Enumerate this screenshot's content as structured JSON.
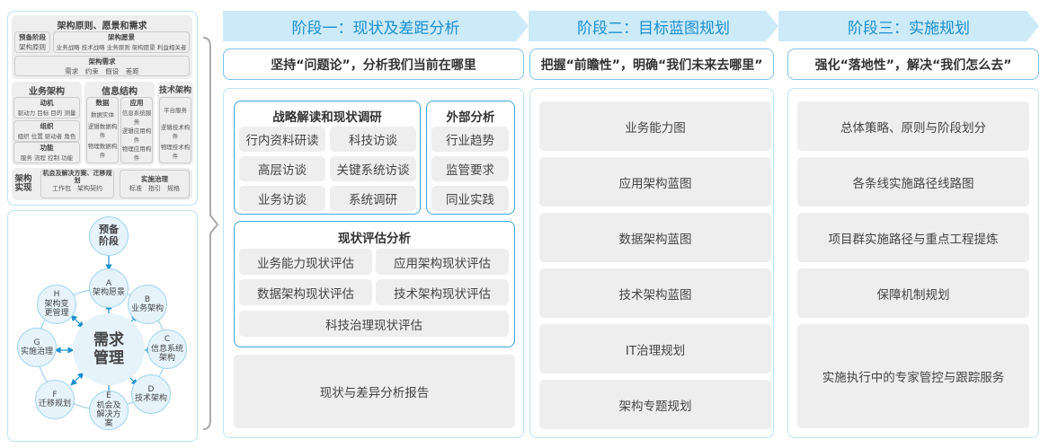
{
  "left_top": {
    "title": "架构原则、愿景和需求",
    "prep": {
      "title": "预备阶段",
      "text": "架构原则"
    },
    "vision": {
      "title": "架构愿景",
      "text": "业务战略 技术战略 业务原则 架构愿景 利益相关者"
    },
    "req": {
      "title": "架构需求",
      "text": "需求　约束　假设　差距"
    },
    "biz": {
      "title": "业务架构",
      "items": [
        {
          "title": "动机",
          "text": "驱动力 目标 目的 测量"
        },
        {
          "title": "组织",
          "text": "组织 位置 驱动者 角色"
        },
        {
          "title": "功能",
          "text": "服务 流程 控制 功能"
        }
      ]
    },
    "info": {
      "title": "信息结构",
      "data": {
        "title": "数据",
        "items": [
          "数据实体",
          "逻辑数据构件",
          "物理数据构件"
        ]
      },
      "app": {
        "title": "应用",
        "items": [
          "信息系统服务",
          "逻辑应用构件",
          "物理应用构件"
        ]
      }
    },
    "tech": {
      "title": "技术架构",
      "items": [
        "平台服务",
        "逻辑技术构件",
        "物理技术构件"
      ]
    },
    "impl": {
      "title": "架构实现",
      "opp": {
        "title": "机会及解决方案、迁移规划",
        "text": "工作包　架构契约"
      },
      "gov": {
        "title": "实施治理",
        "text": "标准　指引　规格"
      }
    }
  },
  "cycle": {
    "center": "需求管理",
    "prep": "预备阶段",
    "nodes": [
      {
        "letter": "A",
        "label": "架构愿景"
      },
      {
        "letter": "B",
        "label": "业务架构"
      },
      {
        "letter": "C",
        "label": "信息系统架构"
      },
      {
        "letter": "D",
        "label": "技术架构"
      },
      {
        "letter": "E",
        "label": "机会及解决方案"
      },
      {
        "letter": "F",
        "label": "迁移规划"
      },
      {
        "letter": "G",
        "label": "实施治理"
      },
      {
        "letter": "H",
        "label": "架构变更管理"
      }
    ],
    "accent": "#1a8fd0"
  },
  "stages": [
    {
      "title": "阶段一：现状及差距分析",
      "subtitle": "坚持“问题论”，分析我们当前在哪里"
    },
    {
      "title": "阶段二：目标蓝图规划",
      "subtitle": "把握“前瞻性”，明确“我们未来去哪里”"
    },
    {
      "title": "阶段三：实施规划",
      "subtitle": "强化“落地性”，解决“我们怎么去”"
    }
  ],
  "stage1": {
    "strategy": {
      "title": "战略解读和现状调研",
      "items": [
        "行内资料研读",
        "科技访谈",
        "高层访谈",
        "关键系统访谈",
        "业务访谈",
        "系统调研"
      ]
    },
    "external": {
      "title": "外部分析",
      "items": [
        "行业趋势",
        "监管要求",
        "同业实践"
      ]
    },
    "assess": {
      "title": "现状评估分析",
      "items": [
        "业务能力现状评估",
        "应用架构现状评估",
        "数据架构现状评估",
        "技术架构现状评估",
        "科技治理现状评估"
      ]
    },
    "report": "现状与差异分析报告"
  },
  "stage2": {
    "items": [
      "业务能力图",
      "应用架构蓝图",
      "数据架构蓝图",
      "技术架构蓝图",
      "IT治理规划",
      "架构专题规划"
    ]
  },
  "stage3": {
    "items": [
      "总体策略、原则与阶段划分",
      "各条线实施路径线路图",
      "项目群实施路径与重点工程提炼",
      "保障机制规划",
      "实施执行中的专家管控与跟踪服务"
    ]
  }
}
